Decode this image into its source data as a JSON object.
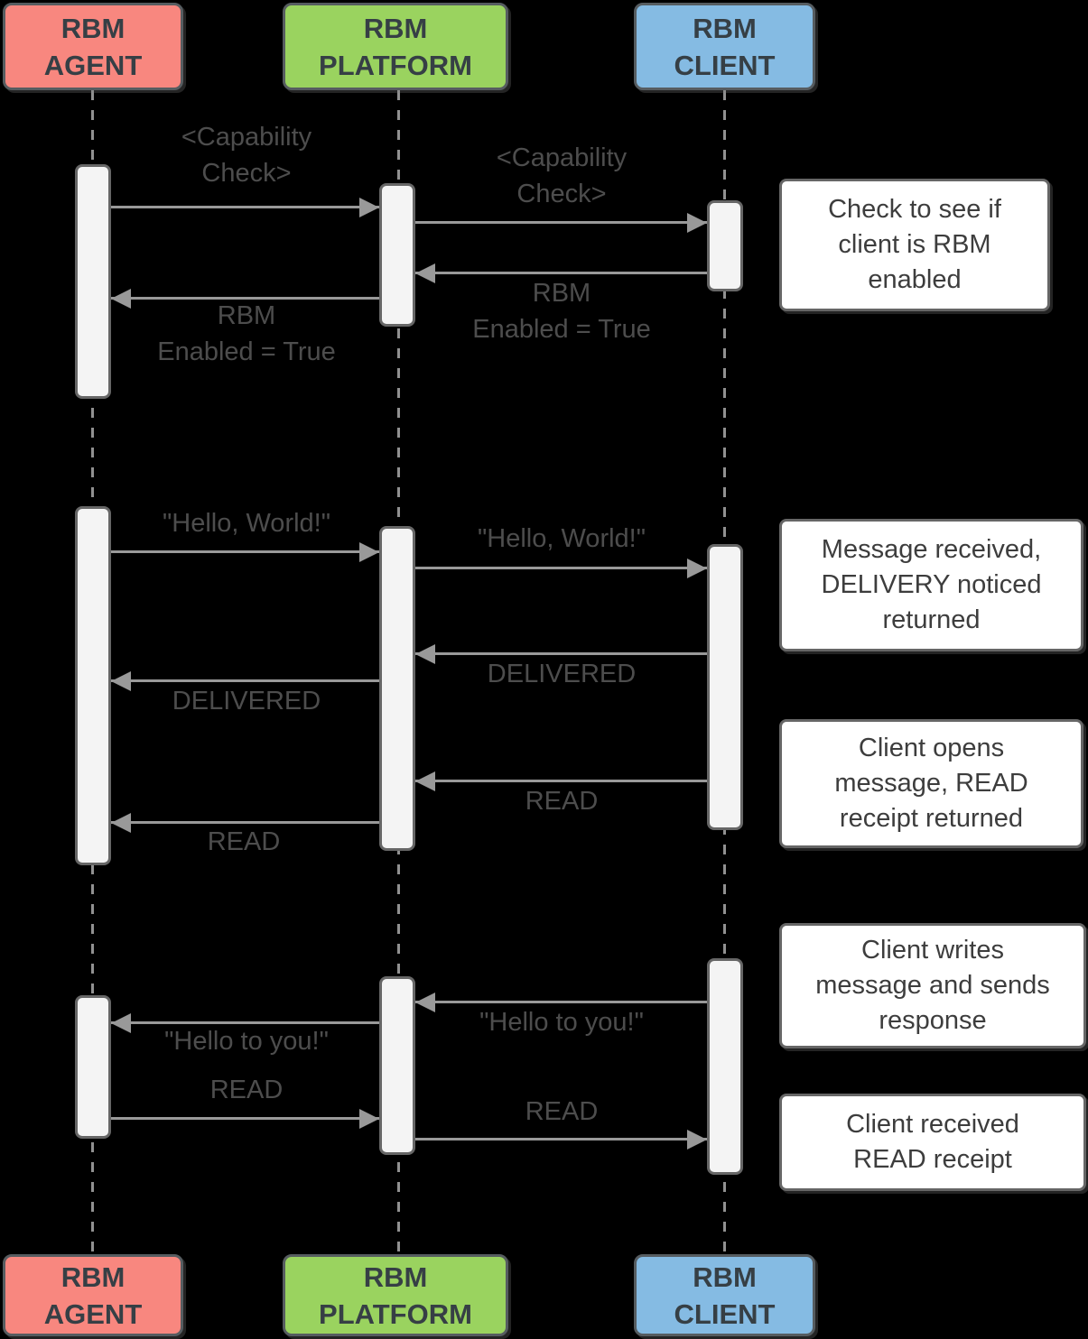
{
  "colors": {
    "background": "#000000",
    "agent_fill": "#F8877F",
    "platform_fill": "#9AD35F",
    "client_fill": "#85BBE3",
    "box_border": "#565C60",
    "activation_fill": "#F4F4F4",
    "activation_border": "#666666",
    "arrow": "#999999",
    "message_text": "#4D4D4D",
    "note_fill": "#FFFFFF",
    "note_text": "#3D3D3D",
    "actor_text": "#363F45"
  },
  "actors": [
    {
      "id": "rbm-agent",
      "label": "RBM\nAGENT",
      "color": "#F8877F"
    },
    {
      "id": "rbm-platform",
      "label": "RBM\nPLATFORM",
      "color": "#9AD35F"
    },
    {
      "id": "rbm-client",
      "label": "RBM\nCLIENT",
      "color": "#85BBE3"
    }
  ],
  "messages": [
    {
      "from": "rbm-agent",
      "to": "rbm-platform",
      "text": "<Capability\nCheck>"
    },
    {
      "from": "rbm-platform",
      "to": "rbm-client",
      "text": "<Capability\nCheck>"
    },
    {
      "from": "rbm-client",
      "to": "rbm-platform",
      "text": "RBM\nEnabled = True"
    },
    {
      "from": "rbm-platform",
      "to": "rbm-agent",
      "text": "RBM\nEnabled = True"
    },
    {
      "from": "rbm-agent",
      "to": "rbm-platform",
      "text": "\"Hello, World!\""
    },
    {
      "from": "rbm-platform",
      "to": "rbm-client",
      "text": "\"Hello, World!\""
    },
    {
      "from": "rbm-client",
      "to": "rbm-platform",
      "text": "DELIVERED"
    },
    {
      "from": "rbm-platform",
      "to": "rbm-agent",
      "text": "DELIVERED"
    },
    {
      "from": "rbm-client",
      "to": "rbm-platform",
      "text": "READ"
    },
    {
      "from": "rbm-platform",
      "to": "rbm-agent",
      "text": "READ"
    },
    {
      "from": "rbm-client",
      "to": "rbm-platform",
      "text": "\"Hello to you!\""
    },
    {
      "from": "rbm-platform",
      "to": "rbm-agent",
      "text": "\"Hello to you!\""
    },
    {
      "from": "rbm-agent",
      "to": "rbm-platform",
      "text": "READ"
    },
    {
      "from": "rbm-platform",
      "to": "rbm-client",
      "text": "READ"
    }
  ],
  "annotations": [
    {
      "text": "Check to see if\nclient is RBM\nenabled"
    },
    {
      "text": "Message received,\nDELIVERY noticed\nreturned"
    },
    {
      "text": "Client opens\nmessage, READ\nreceipt returned"
    },
    {
      "text": "Client writes\nmessage and sends\nresponse"
    },
    {
      "text": "Client received\nREAD receipt"
    }
  ]
}
